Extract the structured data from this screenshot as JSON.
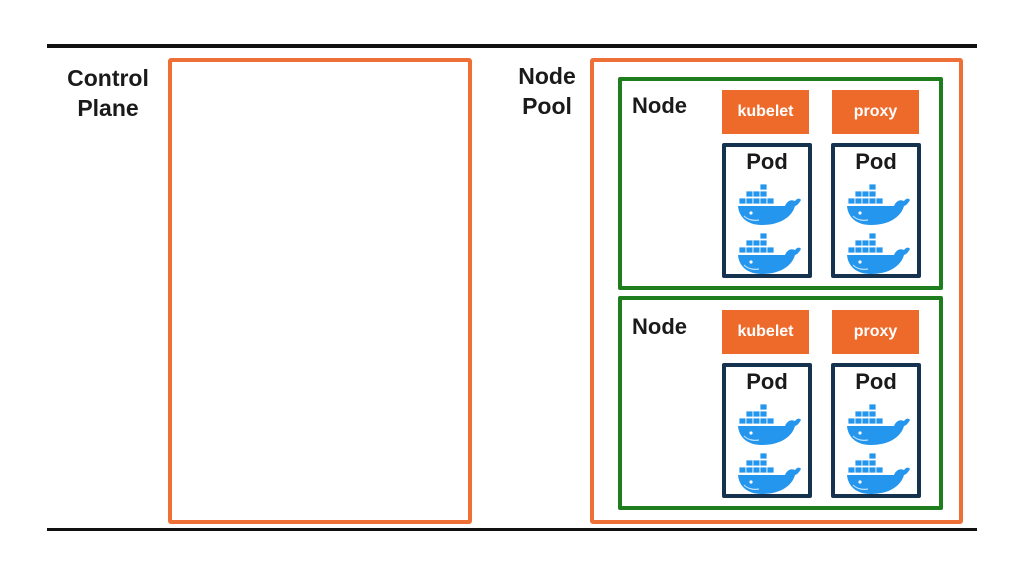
{
  "control_plane": {
    "line1": "Control",
    "line2": "Plane"
  },
  "node_pool": {
    "line1": "Node",
    "line2": "Pool"
  },
  "nodes": [
    {
      "title": "Node",
      "kubelet": "kubelet",
      "proxy": "proxy",
      "pods": [
        {
          "label": "Pod",
          "icons": [
            "docker-whale-icon",
            "docker-whale-icon"
          ]
        },
        {
          "label": "Pod",
          "icons": [
            "docker-whale-icon",
            "docker-whale-icon"
          ]
        }
      ]
    },
    {
      "title": "Node",
      "kubelet": "kubelet",
      "proxy": "proxy",
      "pods": [
        {
          "label": "Pod",
          "icons": [
            "docker-whale-icon",
            "docker-whale-icon"
          ]
        },
        {
          "label": "Pod",
          "icons": [
            "docker-whale-icon",
            "docker-whale-icon"
          ]
        }
      ]
    }
  ],
  "colors": {
    "orange_outline": "#ee7036",
    "orange_fill": "#ee6a2b",
    "node_green": "#1e7e1e",
    "pod_navy": "#15334f",
    "docker_blue": "#2496ed"
  }
}
